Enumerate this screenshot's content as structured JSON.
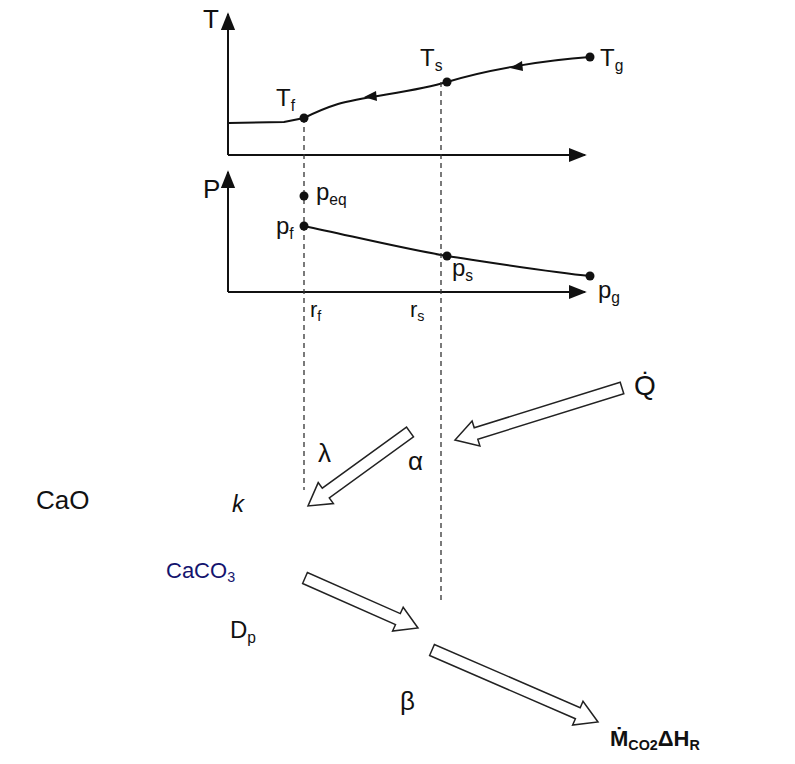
{
  "diagram": {
    "nodes": [
      {
        "text": [
          "CaO"
        ]
      },
      {
        "text": [
          "CaCO3"
        ],
        "in": 0
      }
    ],
    "labels": [
      "T",
      "Tf",
      "Ts",
      "Tg",
      "P",
      "peq",
      "pf",
      "ps",
      "pg",
      "rf",
      "rs",
      "k",
      "λ",
      "α",
      "Dp",
      "β",
      "Q̇",
      "ṀCO2ΔHR"
    ]
  }
}
